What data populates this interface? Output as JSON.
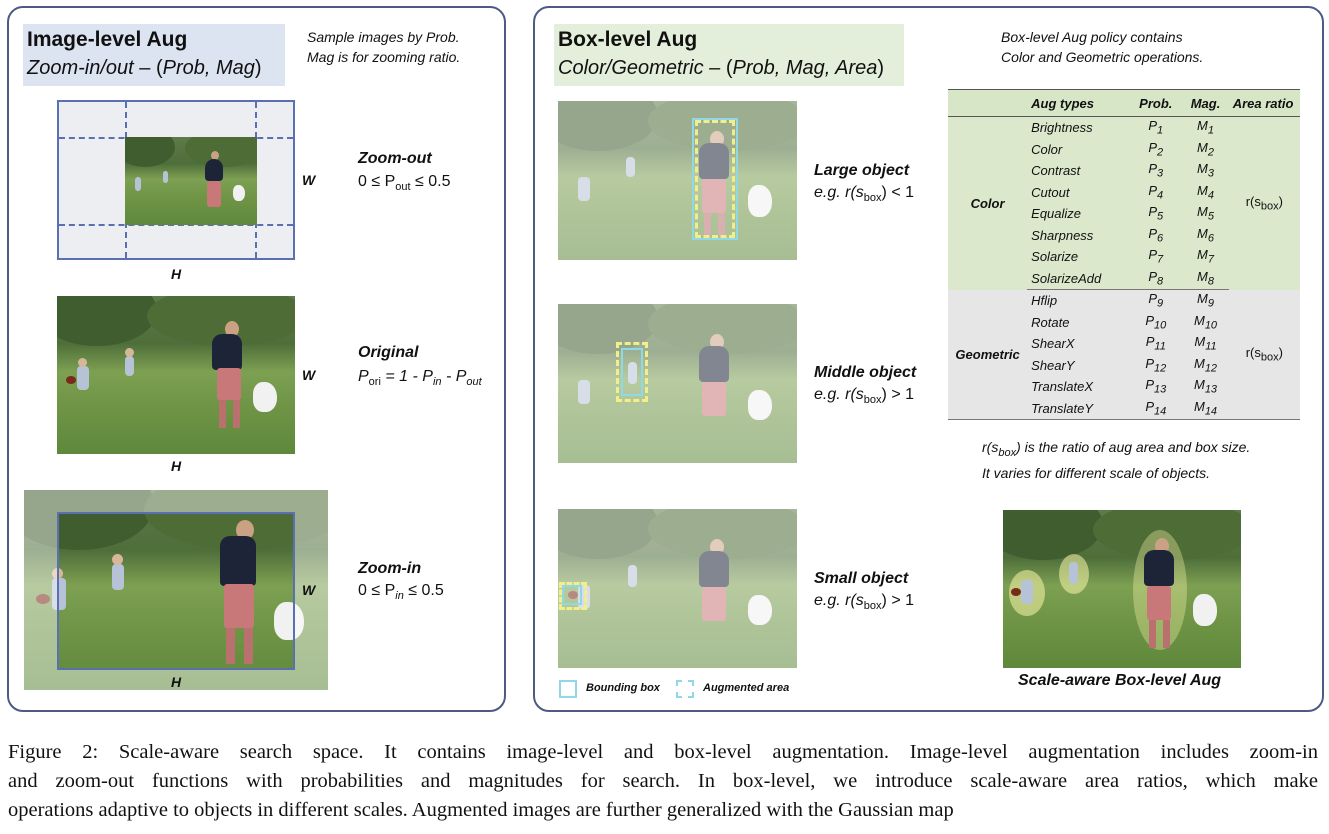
{
  "left_panel": {
    "title": "Image-level Aug",
    "subtitle_italic": "Zoom-in/out",
    "subtitle_rest": " – (",
    "subtitle_params": "Prob, Mag",
    "subtitle_close": ")",
    "note_line1": "Sample images by Prob.",
    "note_line2": "Mag is for zooming ratio.",
    "rows": [
      {
        "title": "Zoom-out",
        "formula": "0 ≤ P",
        "sub": "out",
        "formula_end": " ≤ 0.5",
        "w_label": "W",
        "h_label": "H"
      },
      {
        "title": "Original",
        "formula": "P",
        "sub": "ori",
        "formula_end": " = 1 - P",
        "sub2": "in",
        "formula_end2": " - P",
        "sub3": "out",
        "w_label": "W",
        "h_label": "H"
      },
      {
        "title": "Zoom-in",
        "formula": "0 ≤ P",
        "sub": "in",
        "formula_end": " ≤ 0.5",
        "w_label": "W",
        "h_label": "H"
      }
    ]
  },
  "right_panel": {
    "title": "Box-level Aug",
    "subtitle_italic": "Color/Geometric",
    "subtitle_rest": " – (",
    "subtitle_params": "Prob, Mag, Area",
    "subtitle_close": ")",
    "note_line1": "Box-level Aug policy contains",
    "note_line2": "Color and Geometric operations.",
    "rows": [
      {
        "title": "Large object",
        "formula_pre": "e.g. r(s",
        "sub": "box",
        "formula_end": ") < 1"
      },
      {
        "title": "Middle object",
        "formula_pre": "e.g. r(s",
        "sub": "box",
        "formula_end": ") > 1"
      },
      {
        "title": "Small object",
        "formula_pre": "e.g. r(s",
        "sub": "box",
        "formula_end": ") > 1"
      }
    ],
    "table": {
      "headers": [
        "",
        "Aug types",
        "Prob.",
        "Mag.",
        "Area ratio"
      ],
      "groups": [
        {
          "name": "Color",
          "area": "r(s",
          "area_sub": "box",
          "area_end": ")",
          "rows": [
            {
              "type": "Brightness",
              "p": "1",
              "m": "1"
            },
            {
              "type": "Color",
              "p": "2",
              "m": "2"
            },
            {
              "type": "Contrast",
              "p": "3",
              "m": "3"
            },
            {
              "type": "Cutout",
              "p": "4",
              "m": "4"
            },
            {
              "type": "Equalize",
              "p": "5",
              "m": "5"
            },
            {
              "type": "Sharpness",
              "p": "6",
              "m": "6"
            },
            {
              "type": "Solarize",
              "p": "7",
              "m": "7"
            },
            {
              "type": "SolarizeAdd",
              "p": "8",
              "m": "8"
            }
          ]
        },
        {
          "name": "Geometric",
          "area": "r(s",
          "area_sub": "box",
          "area_end": ")",
          "rows": [
            {
              "type": "Hflip",
              "p": "9",
              "m": "9"
            },
            {
              "type": "Rotate",
              "p": "10",
              "m": "10"
            },
            {
              "type": "ShearX",
              "p": "11",
              "m": "11"
            },
            {
              "type": "ShearY",
              "p": "12",
              "m": "12"
            },
            {
              "type": "TranslateX",
              "p": "13",
              "m": "13"
            },
            {
              "type": "TranslateY",
              "p": "14",
              "m": "14"
            }
          ]
        }
      ]
    },
    "ratio_note_line1_pre": "r(s",
    "ratio_note_line1_sub": "box",
    "ratio_note_line1_end": ") is the ratio of aug area and box size.",
    "ratio_note_line2": "It varies for different scale of objects.",
    "scale_aware_label": "Scale-aware Box-level Aug",
    "legend_bbox": "Bounding box",
    "legend_aug": "Augmented area"
  },
  "caption": {
    "line1": "Figure 2:  Scale-aware search space.  It contains image-level and box-level augmentation.  Image-level augmentation includes zoom-in",
    "line2": "and zoom-out functions with probabilities and magnitudes for search.  In box-level, we introduce scale-aware area ratios, which make",
    "line3": "operations adaptive to objects in different scales. Augmented images are further generalized with the Gaussian map"
  },
  "colors": {
    "panel_border": "#4d5a84",
    "left_title_bg": "#dce4f1",
    "right_title_bg": "#e3eedb",
    "frame_blue": "#5b6fb3",
    "bbox_cyan": "#8fd8e6",
    "aug_yellow": "#f2ef8a"
  }
}
